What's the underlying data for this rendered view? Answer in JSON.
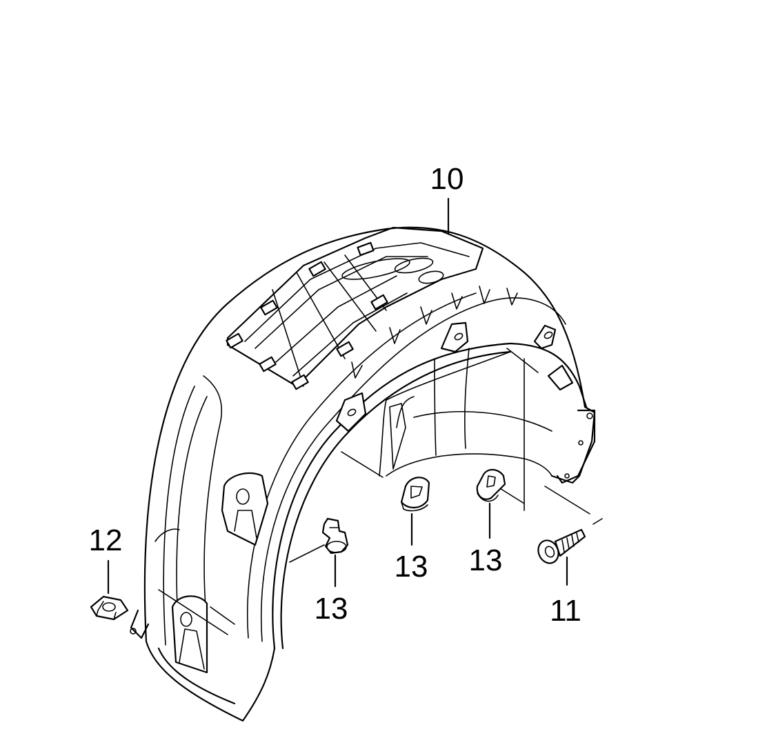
{
  "diagram": {
    "callouts": [
      {
        "id": "liner",
        "label": "10"
      },
      {
        "id": "screw",
        "label": "11"
      },
      {
        "id": "nut",
        "label": "12"
      },
      {
        "id": "clip-center",
        "label": "13"
      },
      {
        "id": "clip-right",
        "label": "13"
      },
      {
        "id": "clip-left",
        "label": "13"
      }
    ],
    "colors": {
      "line": "#000000",
      "background": "#ffffff"
    }
  }
}
